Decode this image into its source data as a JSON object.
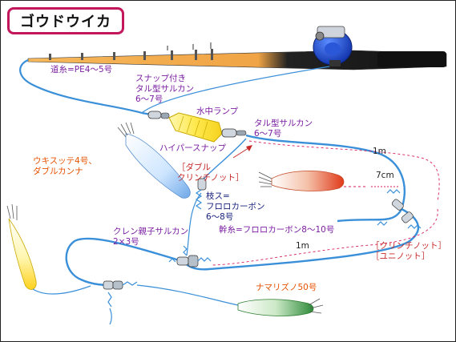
{
  "title": "ゴウドウイカ",
  "labels": {
    "main_line": "道糸=PE4～5号",
    "snap_swivel": "スナップ付き\nタル型サルカン\n6～7号",
    "underwater_lamp": "水中ランプ",
    "barrel_swivel": "タル型サルカン\n6～7号",
    "hyper_snap": "ハイパースナップ",
    "double_clinch": "［ダブル\nクリンチノット］",
    "ukisutte": "ウキスッテ4号、\nダブルカンナ",
    "branch_line": "枝ス=\nフロロカーボン\n6～8号",
    "length_1m_top": "1m",
    "length_7cm": "7cm",
    "trunk_line": "幹糸=フロロカーボン8～10号",
    "crane_swivel": "クレン親子サルカン\n2×3号",
    "length_1m_bottom": "1m",
    "clinch_uni": "［クリンチノット］\n［ユニノット］",
    "namarizuno": "ナマリズノ50号"
  }
}
